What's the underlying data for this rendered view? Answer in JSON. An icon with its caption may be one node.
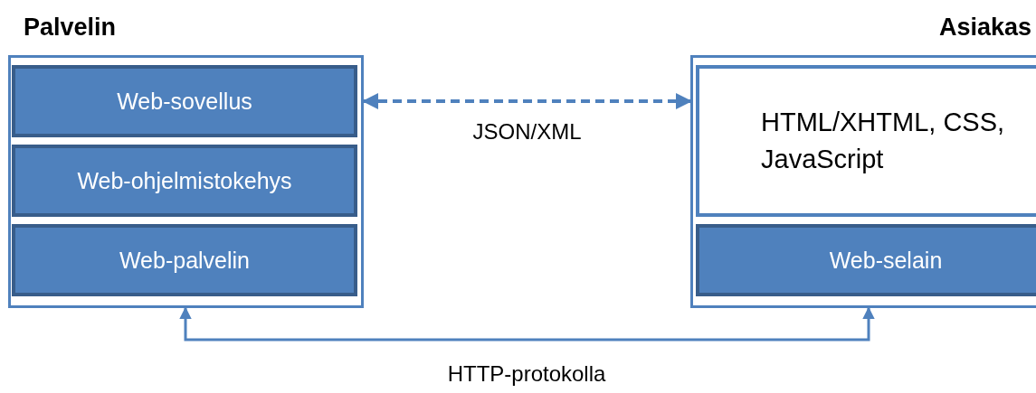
{
  "diagram": {
    "nodes": [
      {
        "text": [
          "Palvelin"
        ]
      },
      {
        "text": [
          "Web-sovellus"
        ],
        "in": 0
      },
      {
        "text": [
          "Web-ohjelmistokehys"
        ],
        "in": 0
      },
      {
        "text": [
          "Web-palvelin"
        ],
        "in": 0
      },
      {
        "text": [
          "Asiakas"
        ]
      },
      {
        "text": [
          "HTML/XHTML, CSS, JavaScript"
        ],
        "in": 4
      },
      {
        "text": [
          "Web-selain"
        ],
        "in": 4
      }
    ],
    "edges": [
      {
        "from": 0,
        "to": 4,
        "arrow": "both",
        "label": "JSON/XML",
        "style": "dashed"
      },
      {
        "from": 0,
        "to": 4,
        "arrow": "both",
        "label": "HTTP-protokolla"
      }
    ]
  }
}
